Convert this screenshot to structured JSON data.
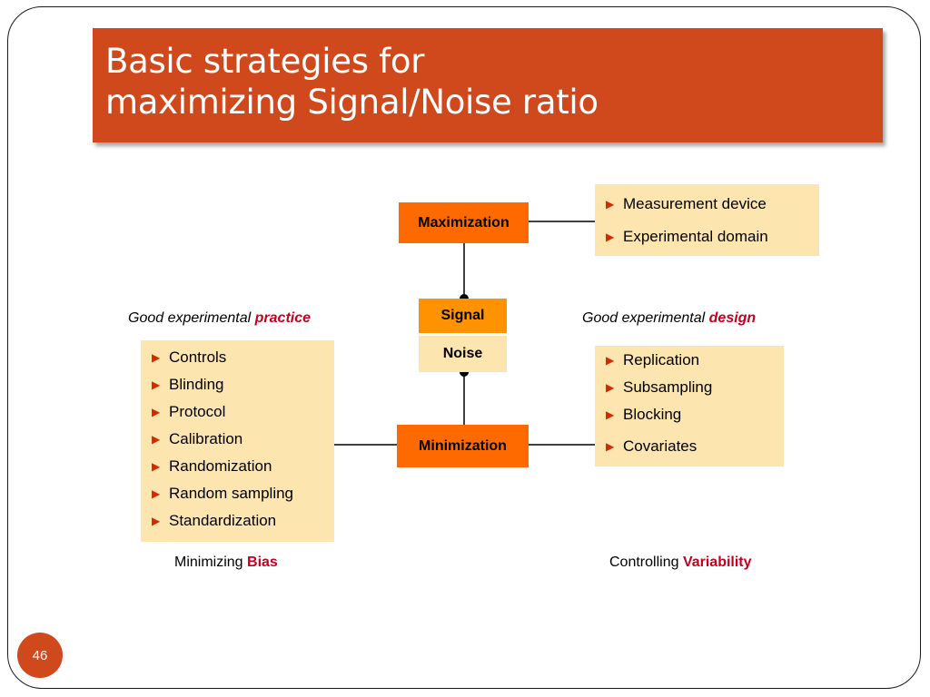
{
  "title": {
    "line1": "Basic strategies for",
    "line2": "maximizing Signal/Noise ratio"
  },
  "diagram": {
    "maximization_label": "Maximization",
    "signal_label": "Signal",
    "noise_label": "Noise",
    "minimization_label": "Minimization",
    "maximization_items": [
      "Measurement device",
      "Experimental domain"
    ],
    "practice_heading": {
      "prefix": "Good experimental ",
      "emphasis": "practice"
    },
    "design_heading": {
      "prefix": "Good experimental ",
      "emphasis": "design"
    },
    "practice_items": [
      "Controls",
      "Blinding",
      "Protocol",
      "Calibration",
      "Randomization",
      "Random sampling",
      "Standardization"
    ],
    "design_items": [
      "Replication",
      "Subsampling",
      "Blocking",
      "Covariates"
    ],
    "bias_caption": {
      "prefix": "Minimizing ",
      "emphasis": "Bias"
    },
    "variability_caption": {
      "prefix": "Controlling ",
      "emphasis": "Variability"
    },
    "bullet_glyph": "▶"
  },
  "footer": {
    "page_number": "46"
  },
  "colors": {
    "title_bg": "#d0491c",
    "orange_box": "#ff6a00",
    "signal_box": "#ff9200",
    "list_bg": "#fde5b0",
    "emphasis_red": "#c8001e"
  }
}
